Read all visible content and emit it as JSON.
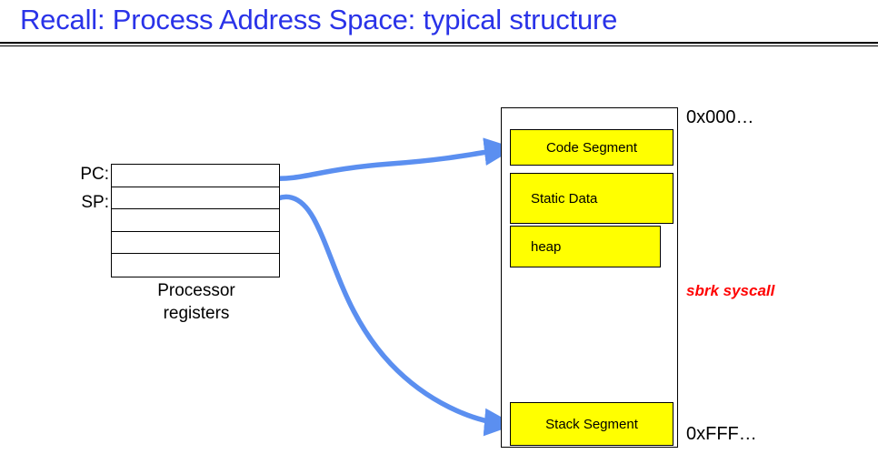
{
  "slide": {
    "title": "Recall: Process Address Space: typical structure",
    "title_color": "#2a33e8",
    "background": "#ffffff"
  },
  "processor": {
    "caption_line1": "Processor",
    "caption_line2": "registers",
    "registers": [
      {
        "label": "PC:",
        "value": ""
      },
      {
        "label": "SP:",
        "value": ""
      },
      {
        "label": "",
        "value": ""
      },
      {
        "label": "",
        "value": ""
      },
      {
        "label": "",
        "value": ""
      }
    ],
    "row_count": 5
  },
  "address_space": {
    "top_address": "0x000…",
    "bottom_address": "0xFFF…",
    "block_fill": "#ffff00",
    "block_border": "#000000",
    "segments": [
      {
        "name": "code-segment",
        "label": "Code Segment"
      },
      {
        "name": "static-data",
        "label": "Static Data"
      },
      {
        "name": "heap",
        "label": "heap"
      },
      {
        "name": "stack-segment",
        "label": "Stack Segment"
      }
    ],
    "annotation": {
      "label": "sbrk syscall",
      "color": "#ff0000"
    },
    "growth_arrows": [
      {
        "name": "heap-grow-down-arrow",
        "direction": "down"
      },
      {
        "name": "stack-grow-up-arrow",
        "direction": "up"
      }
    ]
  },
  "connectors": {
    "color": "#5b8ff0",
    "items": [
      {
        "name": "pc-to-code-segment",
        "from": "PC:",
        "to": "Code Segment"
      },
      {
        "name": "sp-to-stack-segment",
        "from": "SP:",
        "to": "Stack Segment"
      }
    ]
  }
}
